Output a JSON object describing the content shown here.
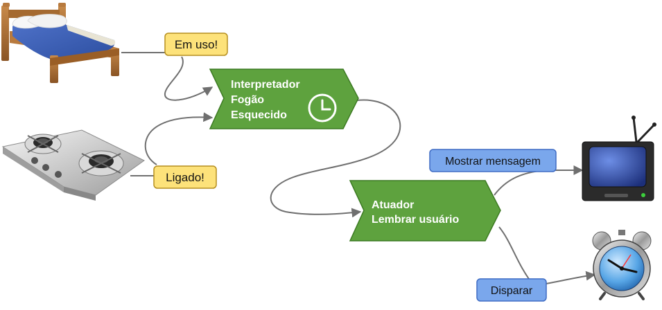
{
  "sensors": {
    "bed": {
      "icon": "bed-icon",
      "event_label": "Em uso!"
    },
    "stove": {
      "icon": "stove-icon",
      "event_label": "Ligado!"
    }
  },
  "interpreter": {
    "lines": [
      "Interpretador",
      "Fogão",
      "Esquecido"
    ],
    "icon": "clock-icon"
  },
  "actuator": {
    "lines": [
      "Atuador",
      "Lembrar usuário"
    ]
  },
  "outputs": {
    "tv": {
      "icon": "tv-icon",
      "action_label": "Mostrar mensagem"
    },
    "alarm": {
      "icon": "alarm-clock-icon",
      "action_label": "Disparar"
    }
  },
  "colors": {
    "event_fill": "#fde27a",
    "event_stroke": "#b58e1e",
    "process_fill": "#5ea23e",
    "process_stroke": "#3c7a22",
    "action_fill": "#7aa7ec",
    "action_stroke": "#3f6cc4",
    "connector": "#6f6f6f"
  }
}
